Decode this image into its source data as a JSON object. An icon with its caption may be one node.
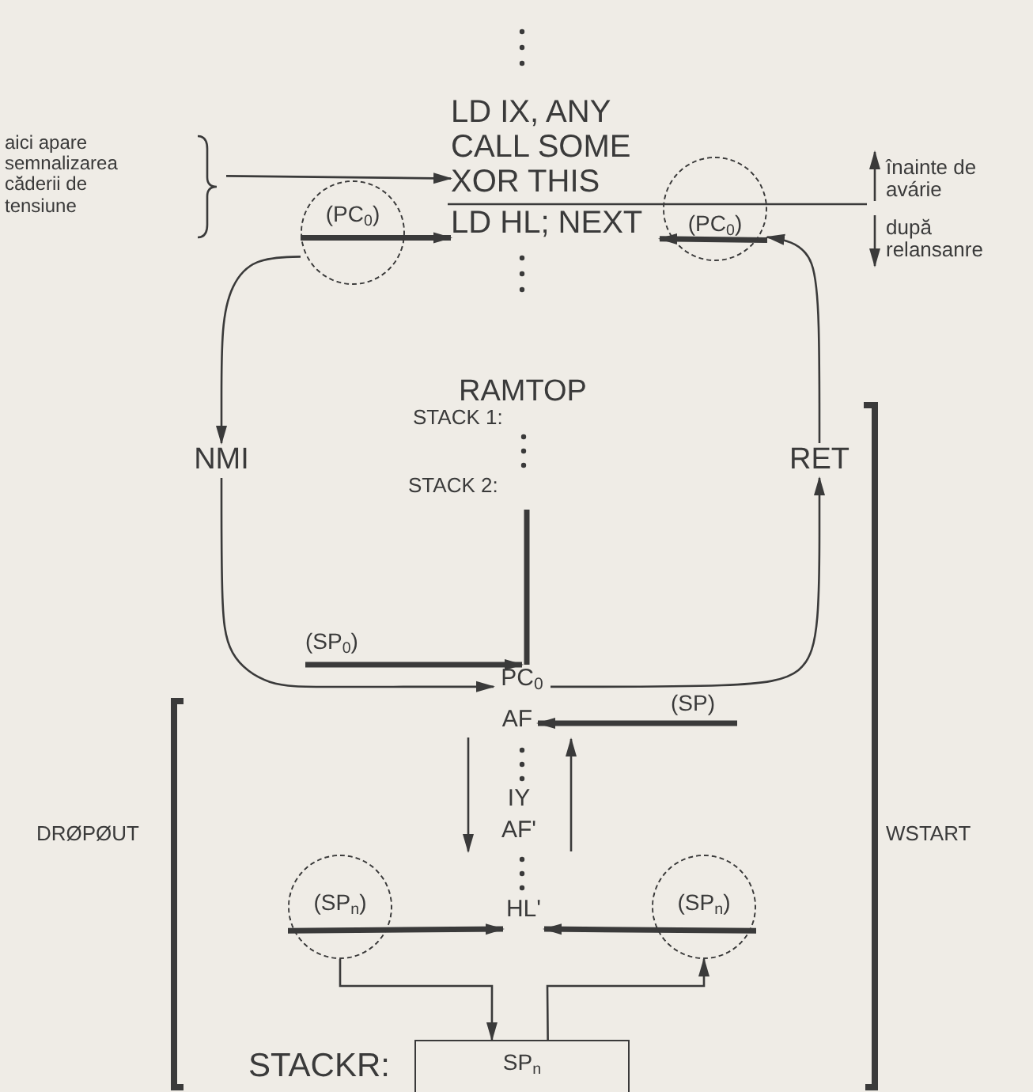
{
  "diagram": {
    "nodes": [
      {
        "text": [
          "aici apare semnalizarea căderii de tensiune"
        ]
      },
      {
        "text": [
          "LD IX, ANY"
        ]
      },
      {
        "text": [
          "CALL SOME"
        ]
      },
      {
        "text": [
          "XOR THIS"
        ]
      },
      {
        "text": [
          "(PC$_{0}$)"
        ]
      },
      {
        "text": [
          "LD HL; NEXT"
        ]
      },
      {
        "text": [
          "(PC$_{0}$)"
        ]
      },
      {
        "text": [
          "NMI"
        ]
      },
      {
        "text": [
          "RET"
        ]
      },
      {
        "text": [
          "PC$_{0}$"
        ]
      },
      {
        "text": [
          "AF"
        ]
      },
      {
        "text": [
          "IY"
        ]
      },
      {
        "text": [
          "AF'"
        ]
      },
      {
        "text": [
          "(SP$_{n}$)"
        ]
      },
      {
        "text": [
          "HL'"
        ]
      },
      {
        "text": [
          "(SP$_{n}$)"
        ]
      },
      {
        "text": [
          "SP$_{n}$"
        ],
        "beside": [
          "STACKR:"
        ]
      }
    ],
    "edges": [
      {
        "from": 0,
        "to": 3,
        "arrow": "to"
      },
      {
        "from": 4,
        "to": 5,
        "arrow": "to",
        "style": "thick"
      },
      {
        "from": 6,
        "to": 5,
        "arrow": "to",
        "style": "thick"
      },
      {
        "from": 4,
        "to": 7,
        "arrow": "to"
      },
      {
        "from": 7,
        "to": 9,
        "arrow": "to"
      },
      {
        "from": 9,
        "to": 8,
        "arrow": "to"
      },
      {
        "from": 8,
        "to": 6,
        "arrow": "to"
      },
      {
        "from": null,
        "to": 9,
        "arrow": "to",
        "style": "thick",
        "label": "(SP$_{0}$)"
      },
      {
        "from": null,
        "to": 10,
        "arrow": "to",
        "style": "thick",
        "label": "(SP)"
      },
      {
        "from": 13,
        "to": 14,
        "arrow": "to",
        "style": "thick"
      },
      {
        "from": 15,
        "to": 14,
        "arrow": "to",
        "style": "thick"
      },
      {
        "from": 13,
        "to": 16,
        "arrow": "to"
      },
      {
        "from": 16,
        "to": 15,
        "arrow": "to"
      }
    ],
    "labels": [
      "înainte de avárie",
      "după relansanre",
      "RAMTOP",
      "STACK 1:",
      "STACK 2:",
      "DRØPØUT",
      "WSTART"
    ]
  }
}
